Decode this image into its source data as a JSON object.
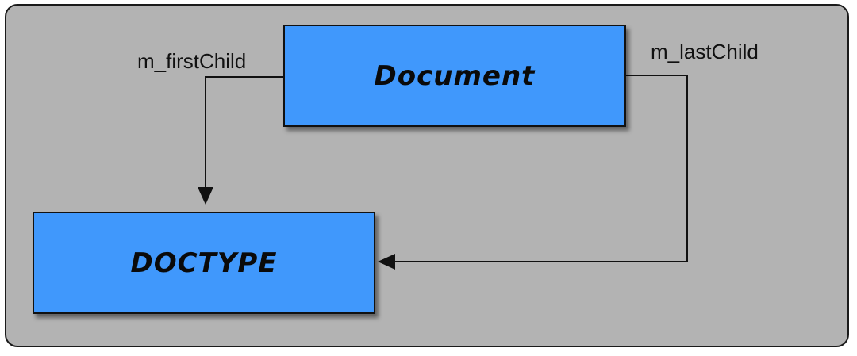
{
  "nodes": {
    "document": "Document",
    "doctype": "DOCTYPE"
  },
  "edges": {
    "first_child": "m_firstChild",
    "last_child": "m_lastChild"
  }
}
